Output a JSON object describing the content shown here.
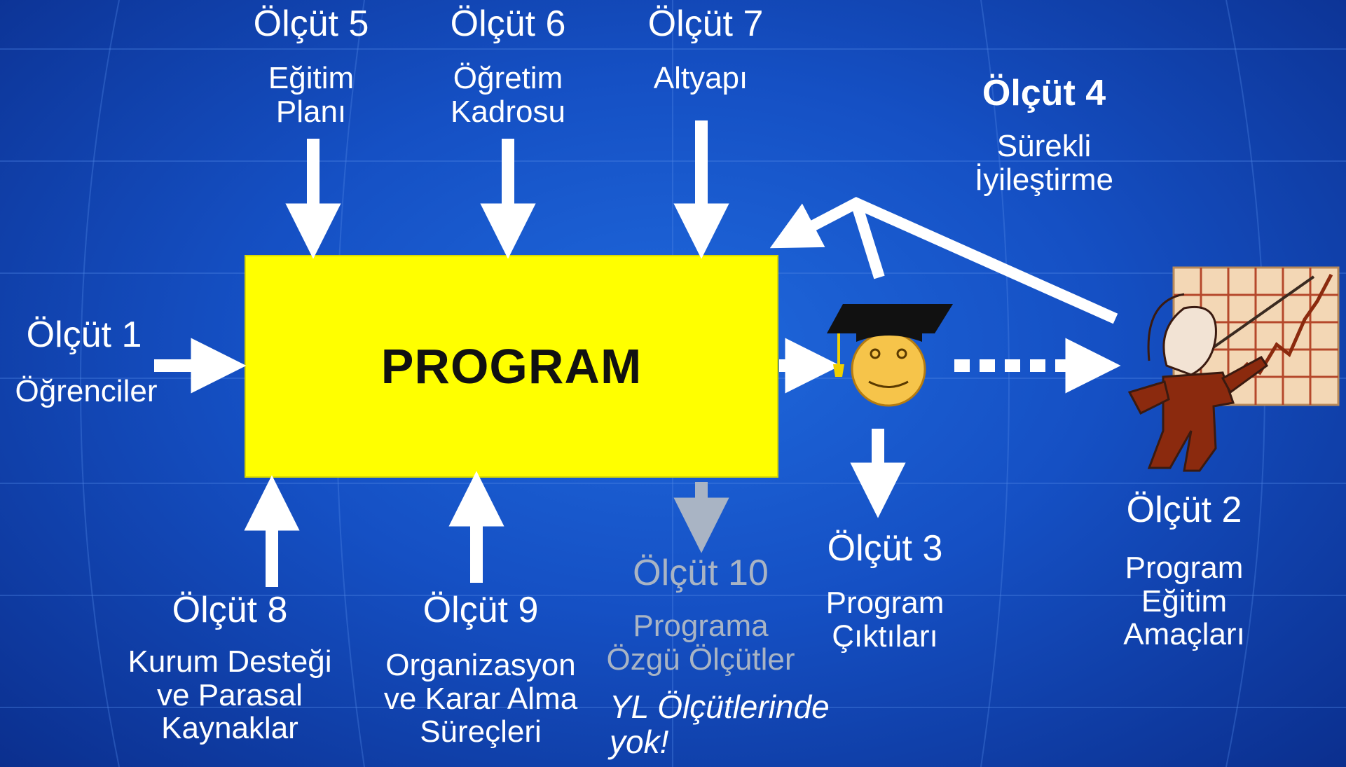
{
  "program_label": "PROGRAM",
  "criteria": {
    "c1": {
      "title": "Ölçüt 1",
      "desc": [
        "Öğrenciler"
      ]
    },
    "c2": {
      "title": "Ölçüt 2",
      "desc": [
        "Program",
        "Eğitim",
        "Amaçları"
      ]
    },
    "c3": {
      "title": "Ölçüt 3",
      "desc": [
        "Program",
        "Çıktıları"
      ]
    },
    "c4": {
      "title": "Ölçüt 4",
      "desc": [
        "Sürekli",
        "İyileştirme"
      ]
    },
    "c5": {
      "title": "Ölçüt 5",
      "desc": [
        "Eğitim",
        "Planı"
      ]
    },
    "c6": {
      "title": "Ölçüt 6",
      "desc": [
        "Öğretim",
        "Kadrosu"
      ]
    },
    "c7": {
      "title": "Ölçüt 7",
      "desc": [
        "Altyapı"
      ]
    },
    "c8": {
      "title": "Ölçüt 8",
      "desc": [
        "Kurum Desteği",
        "ve Parasal",
        "Kaynaklar"
      ]
    },
    "c9": {
      "title": "Ölçüt 9",
      "desc": [
        "Organizasyon",
        "ve Karar Alma",
        "Süreçleri"
      ]
    },
    "c10": {
      "title": "Ölçüt 10",
      "desc": [
        "Programa",
        "Özgü Ölçütler"
      ]
    }
  },
  "note": [
    "YL Ölçütlerinde",
    "yok!"
  ],
  "colors": {
    "program_box": "#ffff00",
    "arrow": "#ffffff",
    "arrow_disabled": "#a9b4c4",
    "face": "#f6c44a",
    "cap": "#111111",
    "tassel": "#f0d000",
    "figure": "#8b2a0e",
    "chart_board": "#f3d7b5"
  },
  "icons": [
    "graduate-icon",
    "presenter-chart-icon"
  ]
}
